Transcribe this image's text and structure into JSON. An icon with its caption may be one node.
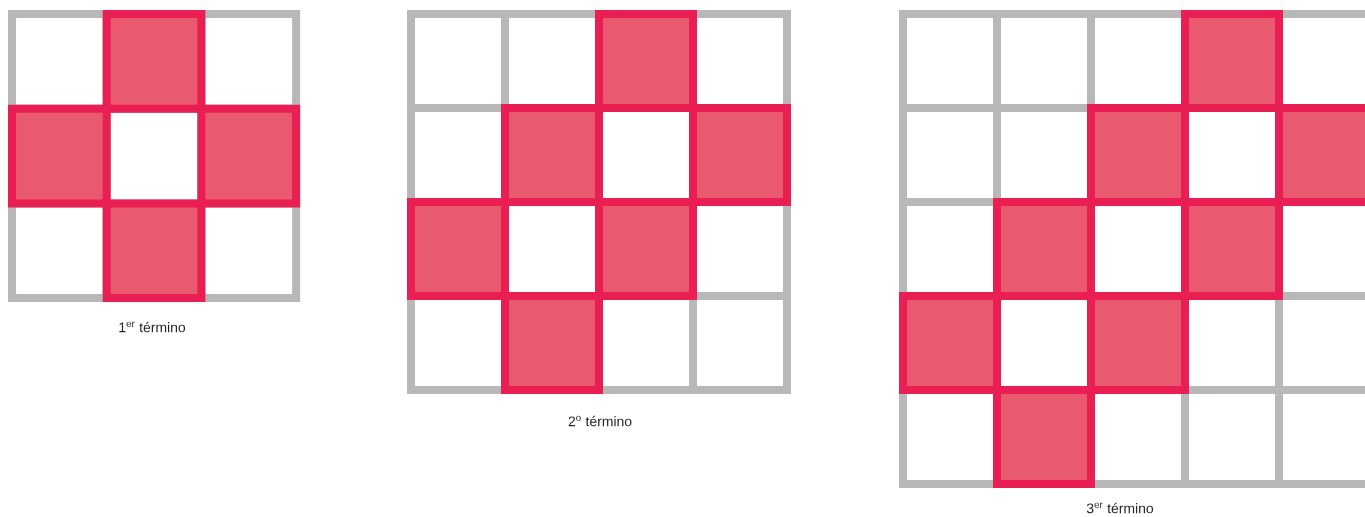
{
  "diagram": {
    "labels": [
      "1$^{er}$ término",
      "2$^{o}$ término",
      "3$^{er}$ término"
    ]
  }
}
